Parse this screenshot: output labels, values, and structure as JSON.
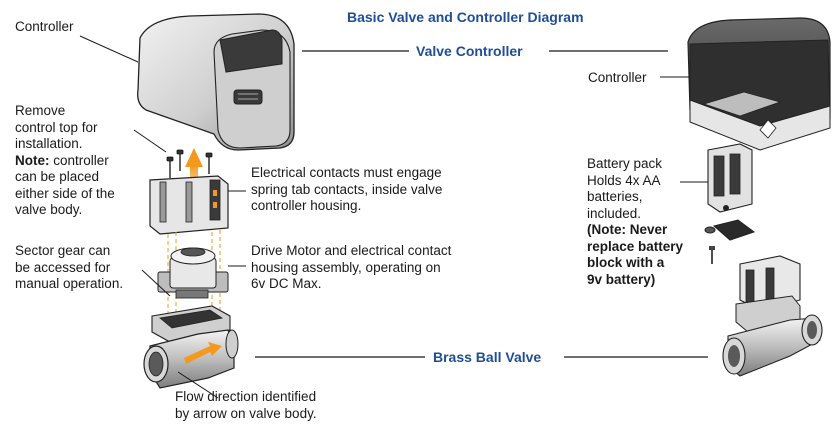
{
  "title": "Basic Valve and Controller Diagram",
  "section_labels": {
    "valve_controller": "Valve Controller",
    "brass_ball_valve": "Brass Ball Valve"
  },
  "labels": {
    "controller_left": "Controller",
    "controller_right": "Controller",
    "remove_line1": "Remove",
    "remove_line2": "control top for",
    "remove_line3": "installation.",
    "remove_note_bold": "Note:",
    "remove_note_rest": " controller",
    "remove_line5": "can be placed",
    "remove_line6": "either side of the",
    "remove_line7": "valve body.",
    "sector_line1": "Sector gear can",
    "sector_line2": "be accessed for",
    "sector_line3": "manual operation.",
    "contacts_line1": "Electrical contacts must engage",
    "contacts_line2": "spring tab contacts, inside valve",
    "contacts_line3": "controller housing.",
    "motor_line1": "Drive Motor and electrical contact",
    "motor_line2": "housing assembly, operating on",
    "motor_line3": "6v DC Max.",
    "flow_line1": "Flow direction identified",
    "flow_line2": "by arrow on valve body.",
    "battery_line1": "Battery pack",
    "battery_line2": "Holds 4x AA",
    "battery_line3": "batteries,",
    "battery_line4": "included.",
    "battery_note1": "(Note: Never",
    "battery_note2": "replace battery",
    "battery_note3": "block with a",
    "battery_note4": "9v battery)"
  },
  "colors": {
    "accent_blue": "#1f4e96",
    "arrow_orange": "#f39a1e",
    "line": "#1a1a1a"
  }
}
